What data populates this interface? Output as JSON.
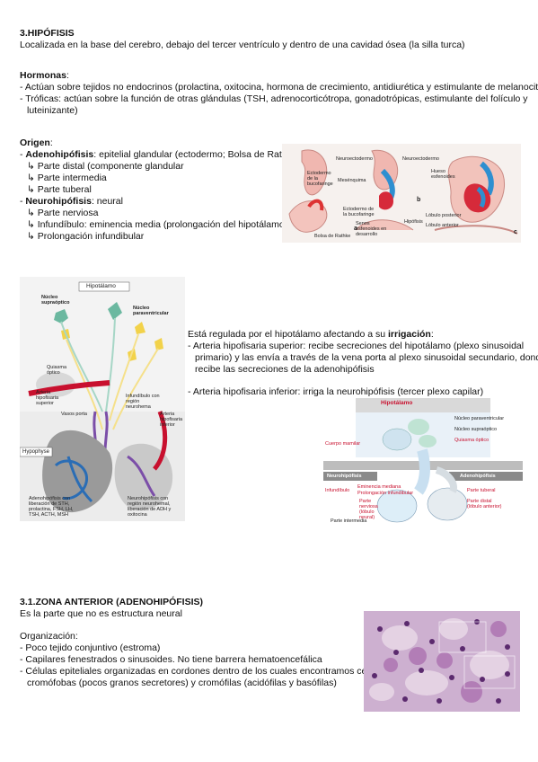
{
  "section3": {
    "title": "3.HIPÓFISIS",
    "intro": "Localizada en la base del cerebro, debajo del tercer ventrículo y dentro de una cavidad ósea (la silla turca)",
    "hormonas_label": "Hormonas",
    "hormonas_colon": ":",
    "hormonas": [
      "- Actúan sobre tejidos no endocrinos (prolactina, oxitocina, hormona de crecimiento, antidiurética y estimulante de melanocitos)",
      "- Tróficas: actúan sobre la función de otras glándulas (TSH, adrenocorticótropa, gonadotrópicas, estimulante del folículo y",
      "  luteinizante)"
    ],
    "origen_label": "Origen",
    "origen_colon": ":",
    "adeno_prefix": "- ",
    "adeno_bold": "Adenohipófisis",
    "adeno_rest": ": epitelial glandular (ectodermo; Bolsa de Rathke)",
    "adeno_items": [
      "Parte distal (componente glandular",
      "Parte intermedia",
      "Parte tuberal"
    ],
    "neuro_prefix": "- ",
    "neuro_bold": "Neurohipófisis",
    "neuro_rest": ": neural",
    "neuro_items": [
      "Parte nerviosa",
      "Infundíbulo: eminencia media (prolongación del hipotálamo)",
      "Prolongación infundibular"
    ],
    "arrow_glyph": "↳"
  },
  "irrigacion": {
    "lead": "Está regulada por el hipotálamo afectando a su ",
    "lead_bold": "irrigación",
    "lead_end": ":",
    "sup": [
      "- Arteria hipofisaria superior: recibe secreciones del hipotálamo (plexo sinusoidal",
      "  primario) y las envía a través de la vena porta al plexo sinusoidal secundario, donde",
      "  recibe las secreciones de la adenohipófisis"
    ],
    "inf": "- Arteria hipofisaria inferior: irriga la neurohipófisis (tercer plexo capilar)"
  },
  "section31": {
    "title": "3.1.ZONA ANTERIOR (ADENOHIPÓFISIS)",
    "subtitle": "Es la parte que no es estructura neural",
    "org_label": "Organización:",
    "items": [
      "- Poco tejido conjuntivo (estroma)",
      "- Capilares fenestrados o sinusoides. No tiene barrera hematoencefálica",
      "- Células epiteliales organizadas en cordones dentro de los cuales encontramos células",
      "  cromófobas (pocos granos secretores) y cromófilas (acidófilas y basófilas)"
    ]
  },
  "fig_embryo": {
    "labels": [
      "Neuroectodermo",
      "Neuroectodermo",
      "Ectodermo de la bucofaringe",
      "Mesénquima",
      "Ectodermo de la bucofaringe",
      "Hueso esfenoides",
      "Senos esfenoides en desarrollo",
      "Bolsa de Rathke",
      "Lóbulo posterior",
      "Lóbulo anterior",
      "Hipófisis",
      "a",
      "b",
      "c"
    ]
  },
  "fig_hypothalamus": {
    "title": "Hipotálamo",
    "labels": [
      "Núcleo supraóptico",
      "Núcleo paraventricular",
      "Quiasma óptico",
      "Arteria hipofisaria superior",
      "Vasos porta",
      "Infundíbulo con región neurohema",
      "Arteria hipofisaria inferior",
      "Hypophyse",
      "Adenohipófisis con liberación de STH, prolactina, FSH, LH, TSH, ACTH, MSH",
      "Neurohipófisis con región neurohemal, liberación de ADH y oxitocina"
    ]
  },
  "fig_schema": {
    "title": "Hipotálamo",
    "labels": [
      "Núcleo paraventricular",
      "Núcleo supraóptico",
      "Quiasma óptico",
      "Cuerpo mamilar",
      "Neurohipófisis",
      "Adenohipófisis",
      "Eminencia mediana",
      "Prolongación infundibular",
      "Infundíbulo",
      "Parte tuberal",
      "Parte nerviosa (lóbulo neural)",
      "Parte distal (lóbulo anterior)",
      "Parte intermedia"
    ]
  },
  "colors": {
    "text": "#111111",
    "artery": "#c8102e",
    "vein": "#2a6db5",
    "nucleus_yellow": "#f2d24a",
    "nucleus_green": "#6bb8a0"
  }
}
